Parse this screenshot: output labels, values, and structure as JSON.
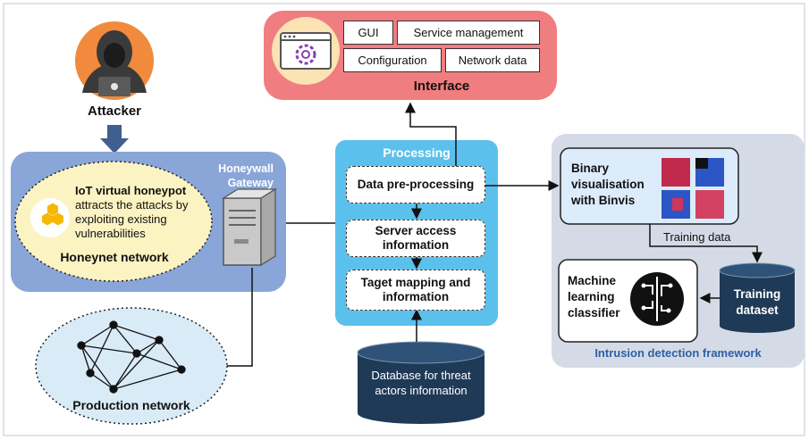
{
  "attacker": {
    "label": "Attacker"
  },
  "interface": {
    "title": "Interface",
    "items": [
      "GUI",
      "Service management",
      "Configuration",
      "Network data"
    ]
  },
  "honeynet": {
    "gateway_label": "Honeywall\nGateway",
    "honeypot_title": "IoT virtual honeypot",
    "honeypot_desc": "attracts the attacks by\nexploiting existing\nvulnerabilities",
    "network_label": "Honeynet network"
  },
  "production": {
    "label": "Production network"
  },
  "processing": {
    "title": "Processing",
    "steps": [
      "Data pre-processing",
      "Server access\ninformation",
      "Taget mapping and\ninformation"
    ]
  },
  "database": {
    "label": "Database for threat\nactors information"
  },
  "ids": {
    "frame_label": "Intrusion detection framework",
    "binvis_label": "Binary\nvisualisation\nwith Binvis",
    "training_data_label": "Training data",
    "classifier_label": "Machine\nlearning\nclassifier",
    "dataset_label": "Training\ndataset"
  },
  "colors": {
    "interface_bg": "#f07d80",
    "honeynet_bg": "#8aa5d8",
    "processing_bg": "#5cc0ec",
    "ids_bg": "#d5dbe6",
    "honeypot_bg": "#fbf3c2",
    "production_bg": "#d9ebf7",
    "database_bg": "#1f3a57",
    "attacker_orange": "#f18a3c"
  }
}
